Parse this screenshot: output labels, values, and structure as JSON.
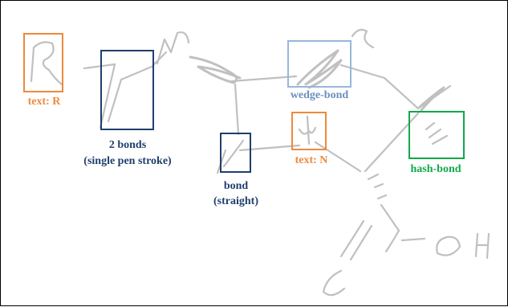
{
  "colors": {
    "stroke": "#c0c0c0",
    "text": "#ed8a3d",
    "bond": "#1f3f6e",
    "wedge": "#97b6db",
    "hash": "#11a84a",
    "background": "#ffffff",
    "frame": "#000000"
  },
  "annotations": {
    "text_r": "text: R",
    "two_bonds_1": "2 bonds",
    "two_bonds_2": "(single pen stroke)",
    "bond_1": "bond",
    "bond_2": "(straight)",
    "wedge": "wedge-bond",
    "text_n": "text: N",
    "hash": "hash-bond"
  }
}
